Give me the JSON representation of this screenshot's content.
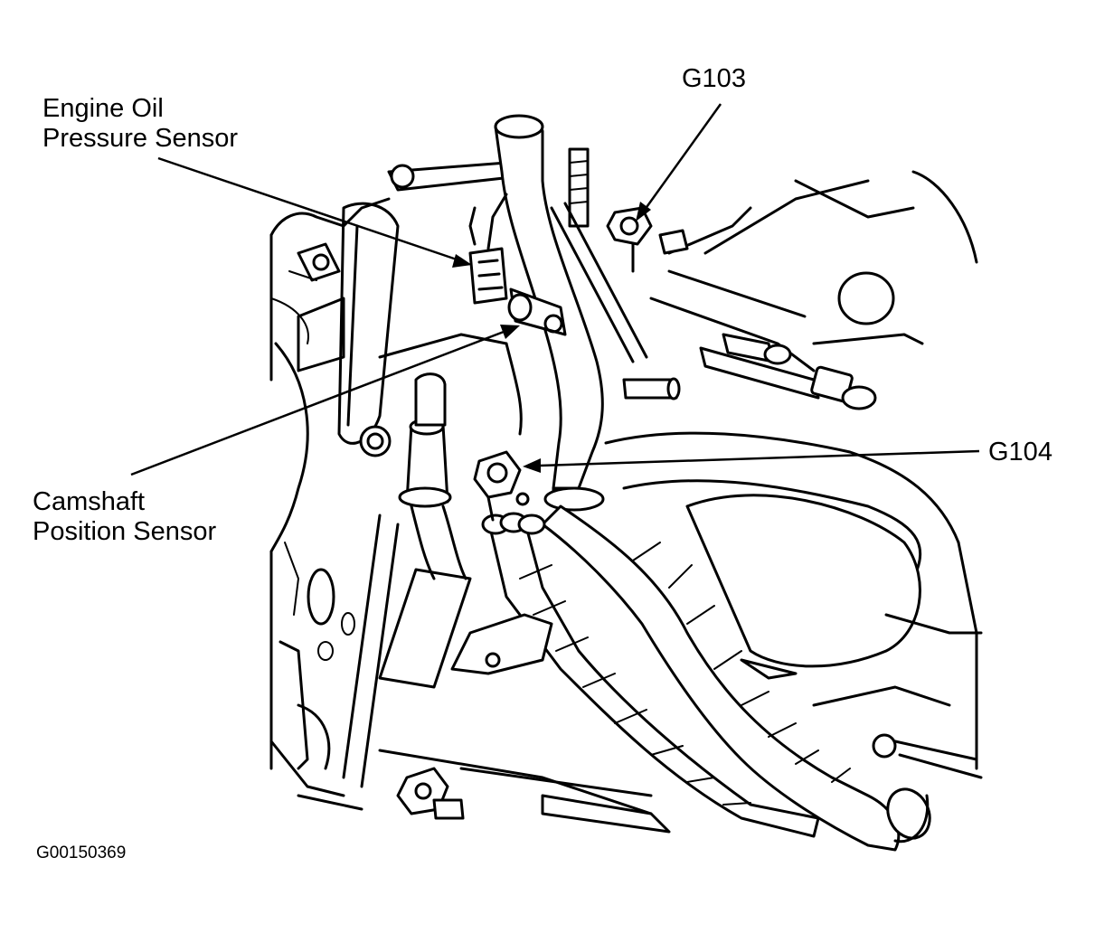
{
  "labels": {
    "engine_oil_line1": "Engine Oil",
    "engine_oil_line2": "Pressure Sensor",
    "camshaft_line1": "Camshaft",
    "camshaft_line2": "Position Sensor",
    "g103": "G103",
    "g104": "G104"
  },
  "figure_id": "G00150369",
  "colors": {
    "ink": "#000000",
    "paper": "#ffffff"
  }
}
